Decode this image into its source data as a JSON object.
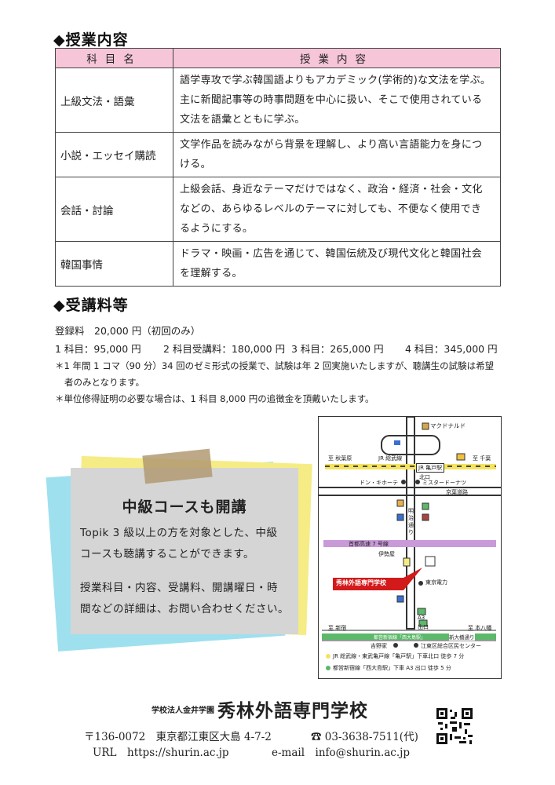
{
  "sections": {
    "course_heading": "◆授業内容",
    "fee_heading": "◆受講料等"
  },
  "table": {
    "headers": [
      "科目名",
      "授業内容"
    ],
    "rows": [
      {
        "subject": "上級文法・語彙",
        "lines": [
          "語学専攻で学ぶ韓国語よりもアカデミック(学術的)な文法を学ぶ。",
          "主に新聞記事等の時事問題を中心に扱い、そこで使用されている",
          "文法を語彙とともに学ぶ。"
        ]
      },
      {
        "subject": "小説・エッセイ購読",
        "lines": [
          "文学作品を読みながら背景を理解し、より高い言語能力を身につ",
          "ける。"
        ]
      },
      {
        "subject": "会話・討論",
        "lines": [
          "上級会話、身近なテーマだけではなく、政治・経済・社会・文化",
          "などの、あらゆるレベルのテーマに対しても、不便なく使用でき",
          "るようにする。"
        ]
      },
      {
        "subject": "韓国事情",
        "lines": [
          "ドラマ・映画・広告を通じて、韓国伝統及び現代文化と韓国社会",
          "を理解する。"
        ]
      }
    ]
  },
  "fees": {
    "registration": "登録料　20,000 円（初回のみ）",
    "items": [
      "1 科目：95,000 円",
      "2 科目受講料：180,000 円",
      "3 科目：265,000 円",
      "4 科目：345,000 円"
    ],
    "notes": [
      "＊1 年間 1 コマ（90 分）34 回のゼミ形式の授業で、試験は年 2 回実施いたしますが、聴講生の試験は希望",
      "者のみとなります。",
      "＊単位修得証明の必要な場合は、1 科目 8,000 円の追徴金を頂戴いたします。"
    ]
  },
  "card": {
    "title": "中級コースも開講",
    "para1": [
      "Topik 3 級以上の方を対象とした、中級",
      "コースも聴講することができます。"
    ],
    "para2": [
      "授業科目・内容、受講料、開講曜日・時",
      "間などの詳細は、お問い合わせください。"
    ]
  },
  "map": {
    "labels": {
      "mcdonalds": "マクドナルド",
      "akihabara": "至 秋葉原",
      "chiba": "至 千葉",
      "jr_sobu": "JR 総武線",
      "jr_kameido": "JR 亀戸駅",
      "kitaguchi": "北口",
      "donki": "ドン・キホーテ",
      "misdo": "ミスタードーナツ",
      "keiyo": "京葉道路",
      "meiji": "明治通り",
      "shuto": "首都高速 7 号線",
      "isetan": "伊勢屋",
      "tepco": "東京電力",
      "school": "秀林外語専門学校",
      "a3": "A3",
      "exit": "出口",
      "shinjuku": "至 新宿",
      "motoyawata": "至 本八幡",
      "toei": "都営新宿線「西大島駅」",
      "shin_ohashi": "新大橋通り",
      "yoshinoya": "吉野家",
      "koto_center": "江東区総合区民センター"
    },
    "access": [
      "JR 総武線・東武亀戸線「亀戸駅」下車北口 徒歩 7 分",
      "都営新宿線「西大島駅」下車 A3 出口 徒歩 5 分"
    ]
  },
  "footer": {
    "corp": "学校法人金井学園",
    "school": "秀林外語専門学校",
    "address": "〒136-0072　東京都江東区大島 4-7-2",
    "tel": "☎ 03-3638-7511(代)",
    "url": "URL　https://shurin.ac.jp",
    "email": "e-mail　info@shurin.ac.jp"
  }
}
